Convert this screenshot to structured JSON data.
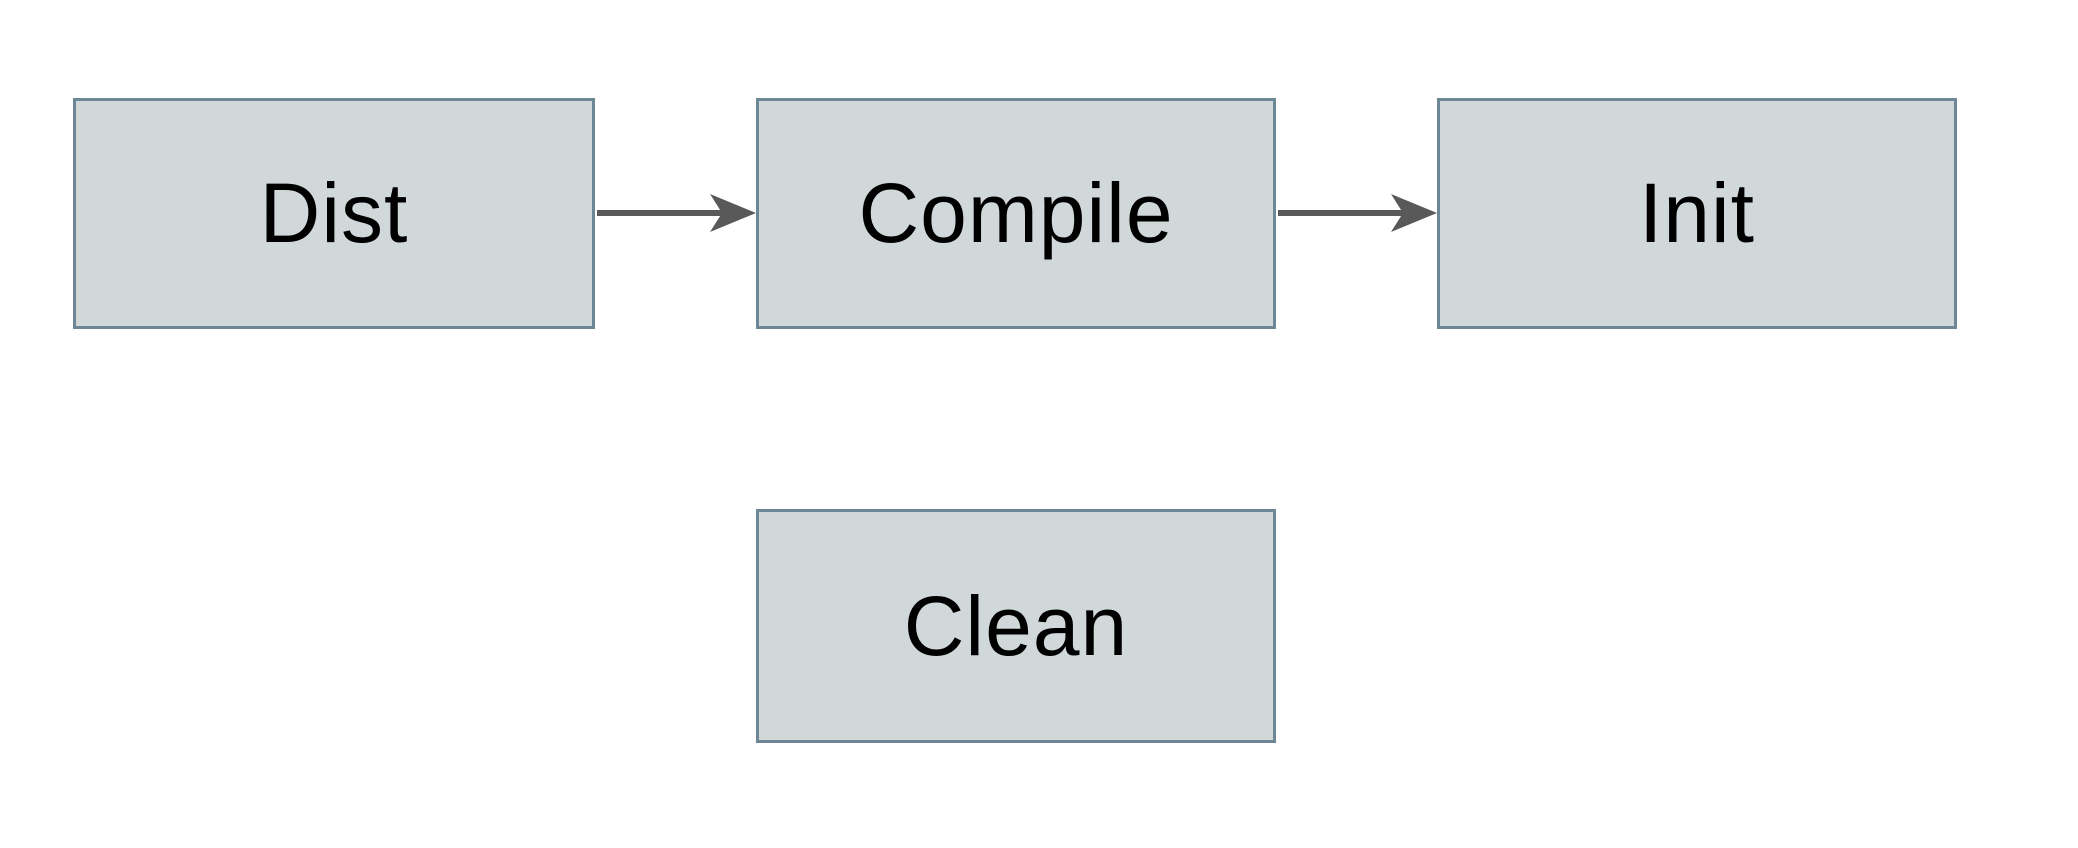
{
  "diagram": {
    "type": "flowchart",
    "background_color": "#ffffff",
    "nodes": [
      {
        "id": "dist",
        "label": "Dist"
      },
      {
        "id": "compile",
        "label": "Compile"
      },
      {
        "id": "init",
        "label": "Init"
      },
      {
        "id": "clean",
        "label": "Clean"
      }
    ],
    "edges": [
      {
        "from": "Dist",
        "to": "Compile",
        "style": "solid",
        "arrowhead": "barbed",
        "direction": "right"
      },
      {
        "from": "Compile",
        "to": "Init",
        "style": "solid",
        "arrowhead": "barbed",
        "direction": "right"
      }
    ],
    "colors": {
      "node_fill": "#d0d8da",
      "node_border": "#6e8796",
      "arrow": "#595959",
      "label_text": "#000000"
    }
  }
}
